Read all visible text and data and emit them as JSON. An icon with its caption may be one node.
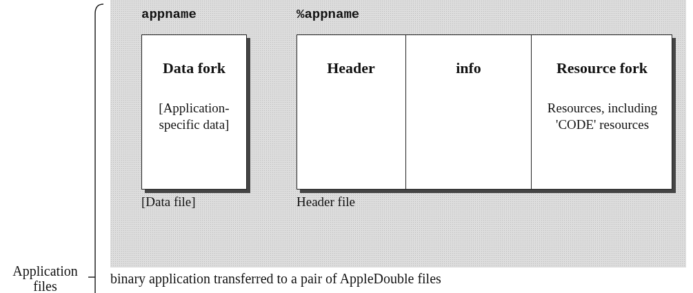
{
  "diagram": {
    "caption": "binary application transferred to a pair of AppleDouble files",
    "nodes": [
      {
        "text": [],
        "shape": "box"
      },
      {
        "text": [
          "appname",
          "Data fork",
          "[Application-specific data]"
        ],
        "in": 0,
        "beside": [
          "[Data file]"
        ]
      },
      {
        "text": [
          "%appname"
        ],
        "in": 0,
        "beside": [
          "Header file"
        ]
      },
      {
        "text": [
          "Header"
        ],
        "in": 2
      },
      {
        "text": [
          "info"
        ],
        "in": 2
      },
      {
        "text": [
          "Resource fork",
          "Resources, including 'CODE' resources"
        ],
        "in": 2
      }
    ],
    "edges": [],
    "labels": [
      "Application files"
    ]
  }
}
